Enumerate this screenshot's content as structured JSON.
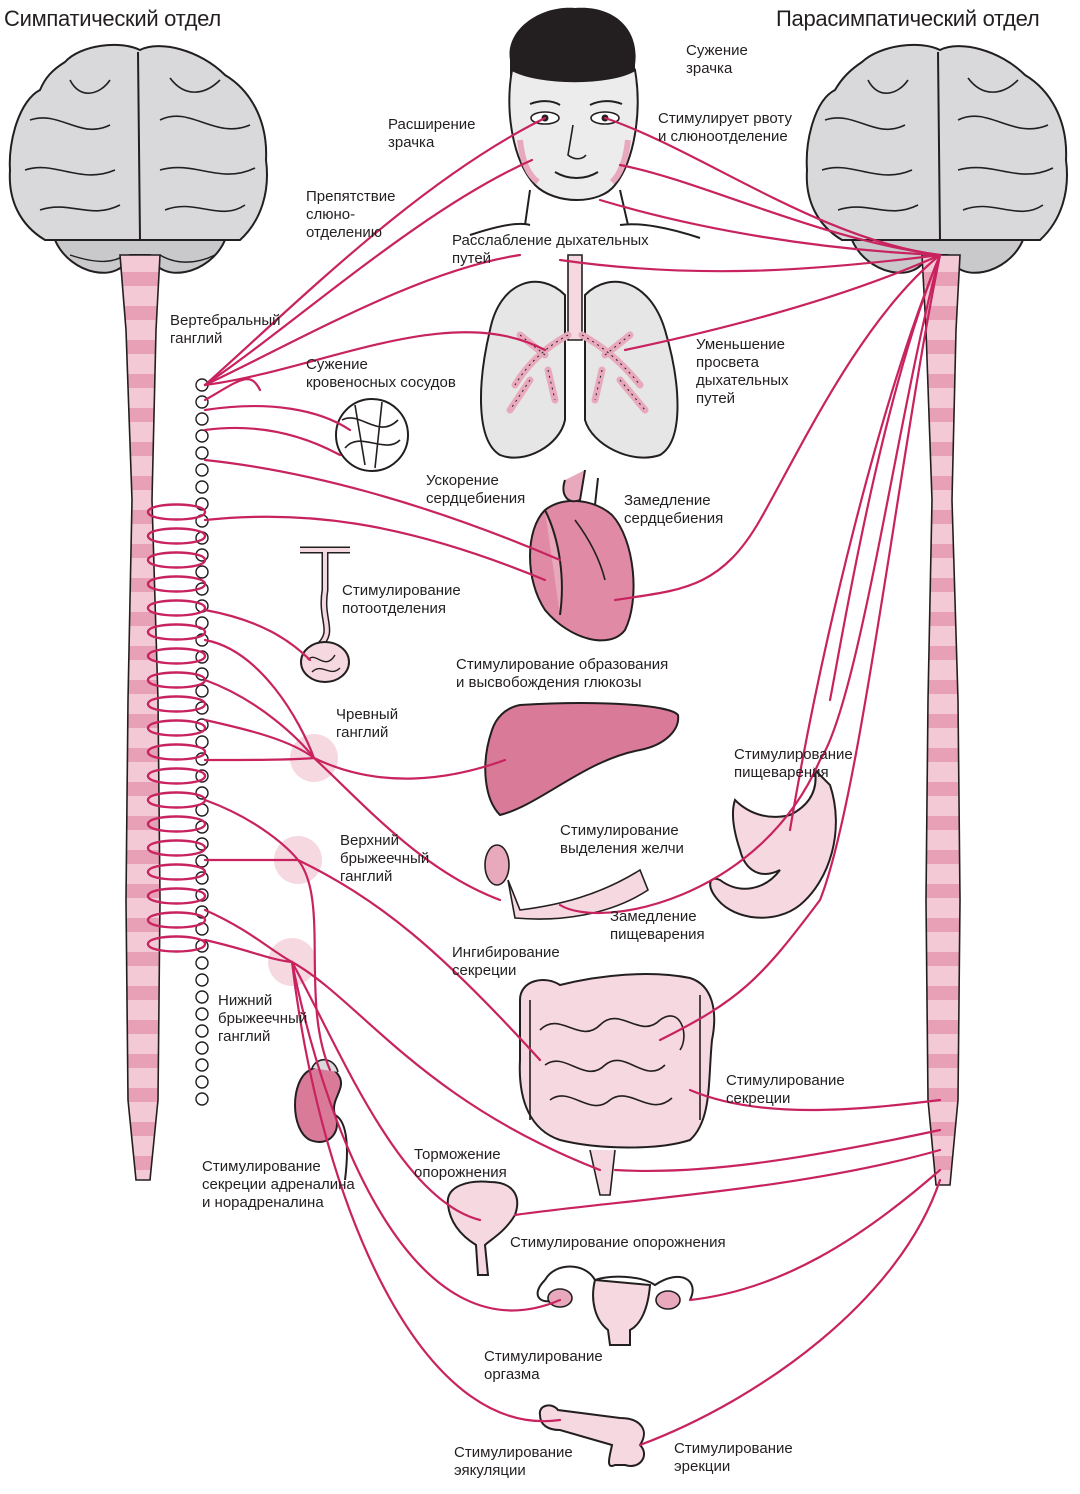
{
  "headings": {
    "sympathetic": "Симпатический отдел",
    "parasympathetic": "Парасимпатический отдел"
  },
  "labels": {
    "pupil_constriction": "Сужение\nзрачка",
    "pupil_dilation": "Расширение\nзрачка",
    "vomit_saliva": "Стимулирует рвоту\nи слюноотделение",
    "saliva_inhibit": "Препятствие\nслюно-\nотделению",
    "airway_relax": "Расслабление  дыхательных\nпутей",
    "vertebral_ganglion": "Вертебральный\nганглий",
    "vasoconstriction": "Сужение\nкровеносных сосудов",
    "airway_narrow": "Уменьшение\nпросвета\nдыхательных\nпутей",
    "heart_accel": "Ускорение\nсердцебиения",
    "heart_slow": "Замедление\nсердцебиения",
    "sweat": "Стимулирование\nпотоотделения",
    "glucose": "Стимулирование образования\nи высвобождения глюкозы",
    "celiac": "Чревный\nганглий",
    "digestion_stim": "Стимулирование\nпищеварения",
    "bile": "Стимулирование\nвыделения желчи",
    "superior_mesenteric": "Верхний\nбрыжеечный\nганглий",
    "digestion_slow": "Замедление\nпищеварения",
    "secretion_inhibit": "Ингибирование\nсекреции",
    "inferior_mesenteric": "Нижний\nбрыжеечный\nганглий",
    "secretion_stim": "Стимулирование\nсекреции",
    "adrenaline": "Стимулирование\nсекреции адреналина\nи норадреналина",
    "bladder_inhibit": "Торможение\nопорожнения",
    "bladder_stim": "Стимулирование опорожнения",
    "orgasm": "Стимулирование\nоргазма",
    "ejaculation": "Стимулирование\nэякуляции",
    "erection": "Стимулирование\nэрекции"
  },
  "colors": {
    "nerve": "#c8235f",
    "organ_dark": "#d97a99",
    "organ_mid": "#e9a9bd",
    "organ_light": "#f6d8e1",
    "brain": "#d9d9db",
    "spine": "#e8a0b6",
    "outline": "#231f20"
  }
}
